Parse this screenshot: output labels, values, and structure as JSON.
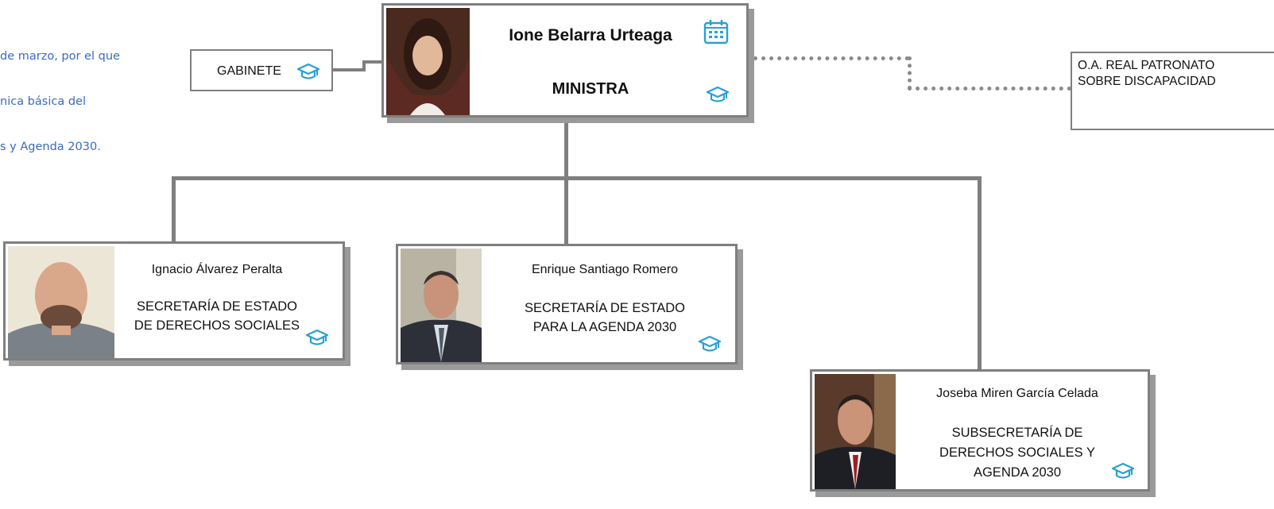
{
  "legal_text": [
    "de marzo, por el que",
    "nica básica del",
    "s y Agenda 2030."
  ],
  "minister": {
    "name": "Ione Belarra Urteaga",
    "role": "MINISTRA"
  },
  "gabinete": {
    "label": "GABINETE"
  },
  "patronato": {
    "line1": "O.A. REAL PATRONATO",
    "line2": "SOBRE DISCAPACIDAD"
  },
  "sec_derechos": {
    "name": "Ignacio Álvarez Peralta",
    "role_line1": "SECRETARÍA DE ESTADO",
    "role_line2": "DE DERECHOS SOCIALES"
  },
  "sec_agenda": {
    "name": "Enrique Santiago Romero",
    "role_line1": "SECRETARÍA DE ESTADO",
    "role_line2": "PARA LA AGENDA 2030"
  },
  "subsecretaria": {
    "name": "Joseba Miren García Celada",
    "role_line1": "SUBSECRETARÍA DE",
    "role_line2": "DERECHOS SOCIALES Y",
    "role_line3": "AGENDA 2030"
  },
  "icons": {
    "cap": "graduation-cap-icon",
    "calendar": "calendar-icon",
    "accent": "#2a9fd6"
  }
}
